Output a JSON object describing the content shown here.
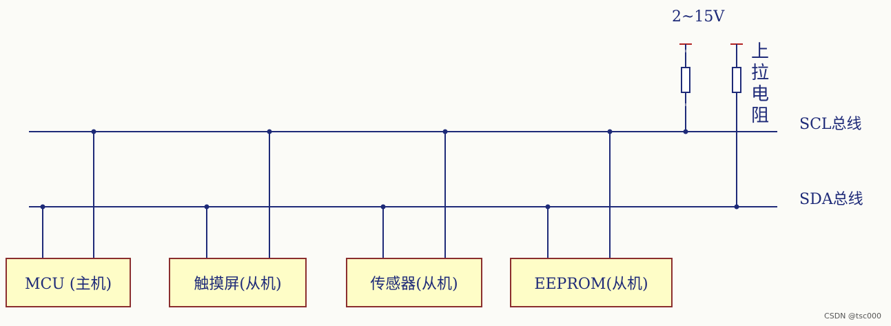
{
  "diagram": {
    "voltage_label": "2~15V",
    "pullup_label": "上拉电阻",
    "scl_label": "SCL总线",
    "sda_label": "SDA总线",
    "devices": [
      {
        "label": "MCU (主机)"
      },
      {
        "label": "触摸屏(从机)"
      },
      {
        "label": "传感器(从机)"
      },
      {
        "label": "EEPROM(从机)"
      }
    ]
  },
  "watermark": "CSDN @tsc000",
  "colors": {
    "wire": "#1e2a78",
    "box_border": "#8b2e2e",
    "box_fill": "#fefdc7",
    "supply": "#b22222"
  }
}
